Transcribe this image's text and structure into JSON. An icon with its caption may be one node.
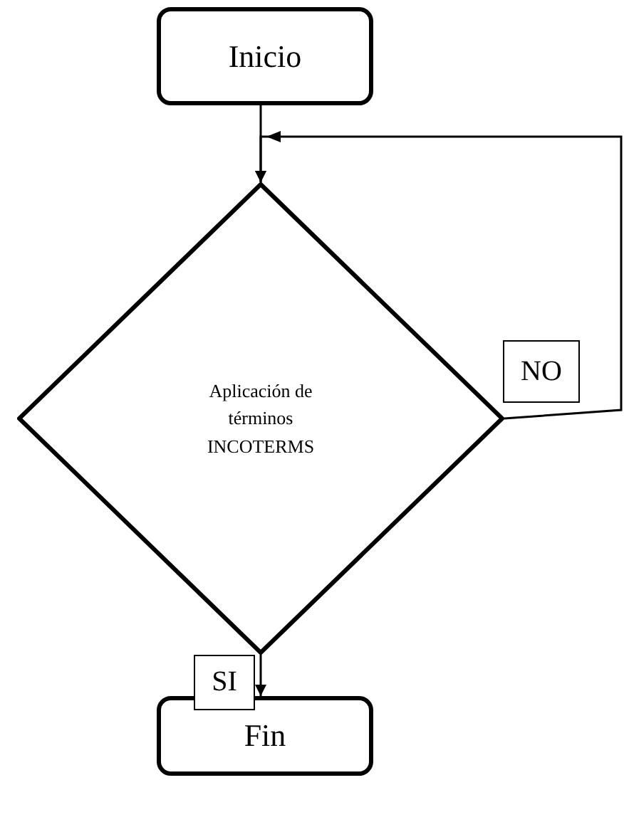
{
  "diagram": {
    "nodes": [
      {
        "text": [
          "Inicio"
        ]
      },
      {
        "text": [
          "Aplicación de términos INCOTERMS"
        ]
      },
      {
        "text": [
          "Fin"
        ]
      }
    ],
    "edges": [
      {
        "from": 0,
        "to": 1,
        "arrow": "to"
      },
      {
        "from": 1,
        "to": 1,
        "arrow": "to",
        "label": "NO"
      },
      {
        "from": 1,
        "to": 2,
        "arrow": "to",
        "label": "SI"
      }
    ]
  }
}
